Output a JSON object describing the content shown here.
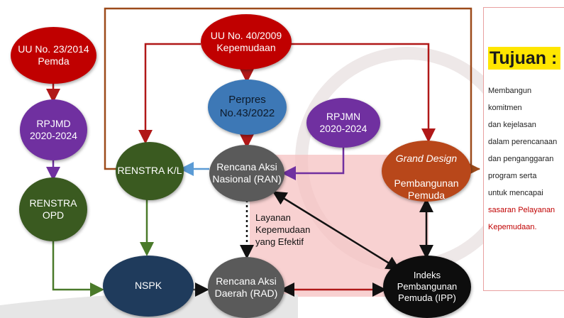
{
  "nodes": {
    "uu23": "UU No. 23/2014\nPemda",
    "uu40": "UU No. 40/2009\nKepemudaan",
    "rpjmd": "RPJMD\n2020-2024",
    "perpres": "Perpres\nNo.43/2022",
    "rpjmn": "RPJMN\n2020-2024",
    "renstra_kl": "RENSTRA K/L",
    "ran": "Rencana Aksi\nNasional (RAN)",
    "grand_design_italic": "Grand Design",
    "grand_design_rest": "Pembangunan\nPemuda",
    "renstra_opd": "RENSTRA\nOPD",
    "nspk": "NSPK",
    "rad": "Rencana Aksi\nDaerah (RAD)",
    "ipp": "Indeks\nPembangunan\nPemuda (IPP)"
  },
  "layanan": "Layanan\nKepemudaan\nyang Efektif",
  "tujuan": {
    "title": "Tujuan :",
    "lines": [
      "Membangun",
      "komitmen",
      "dan kejelasan",
      "dalam perencanaan",
      "dan penganggaran",
      "program serta",
      "untuk mencapai"
    ],
    "highlight_lines": [
      "sasaran Pelayanan",
      "Kepemudaan."
    ]
  },
  "colors": {
    "red": "#c00000",
    "purple": "#7030a0",
    "green": "#3a5a20",
    "blue_perpres": "#3d78b6",
    "navy": "#1f3b5c",
    "gray": "#5a5a5a",
    "orange": "#b8471a",
    "black": "#0d0d0d",
    "yellow": "#ffe600"
  }
}
